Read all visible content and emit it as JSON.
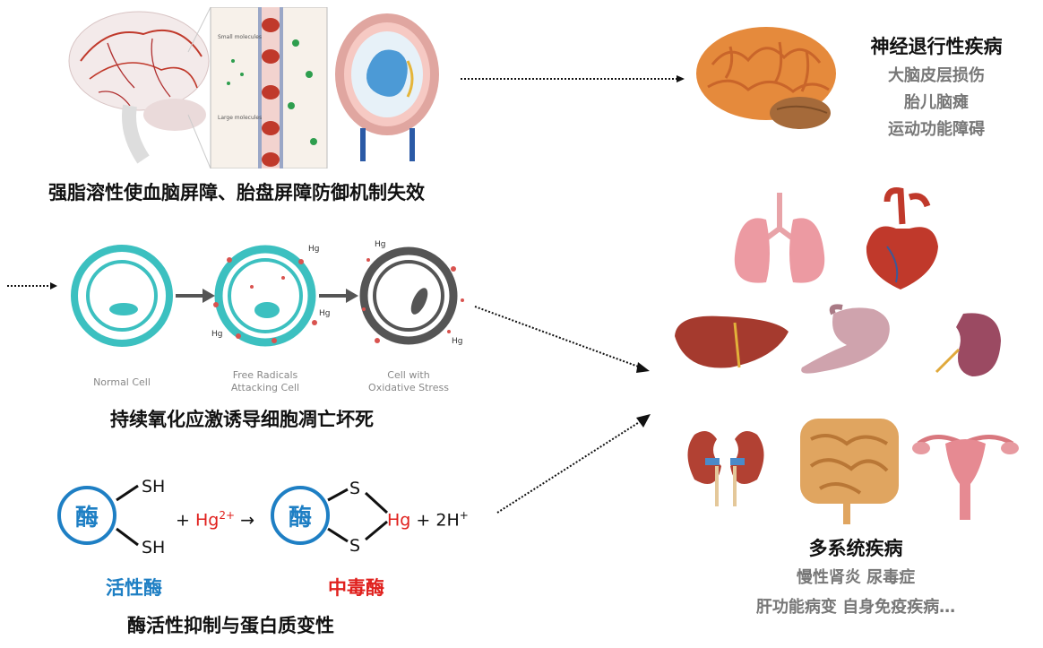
{
  "left": {
    "top_caption": "强脂溶性使血脑屏障、胎盘屏障防御机制失效",
    "mid_caption": "持续氧化应激诱导细胞凋亡坏死",
    "bottom_caption": "酶活性抑制与蛋白质变性",
    "barrier_labels": {
      "small": "Small molecules",
      "large": "Large molecules"
    },
    "cells": {
      "normal": "Normal Cell",
      "free_radicals": "Free Radicals Attacking Cell",
      "oxidative": "Cell with Oxidative Stress",
      "hg": "Hg"
    },
    "reaction": {
      "enzyme": "酶",
      "sh": "SH",
      "s": "S",
      "plus": "+",
      "hg": "Hg",
      "hg_charge": "2+",
      "arrow": "→",
      "product_hg": "Hg",
      "plus_2h": "+ 2H",
      "h_charge": "+",
      "active_label": "活性酶",
      "toxic_label": "中毒酶"
    }
  },
  "right": {
    "neuro_title": "神经退行性疾病",
    "neuro_items": [
      "大脑皮层损伤",
      "胎儿脑瘫",
      "运动功能障碍"
    ],
    "multi_title": "多系统疾病",
    "multi_items": [
      "慢性肾炎 尿毒症",
      "肝功能病变 自身免疫疾病…"
    ]
  },
  "colors": {
    "enzyme_blue": "#1e7fc4",
    "mercury_red": "#e0201d",
    "cell_teal": "#3cc0c0",
    "stressed_gray": "#555555",
    "brain_orange": "#e58a3c",
    "organ_red": "#c0392b"
  }
}
